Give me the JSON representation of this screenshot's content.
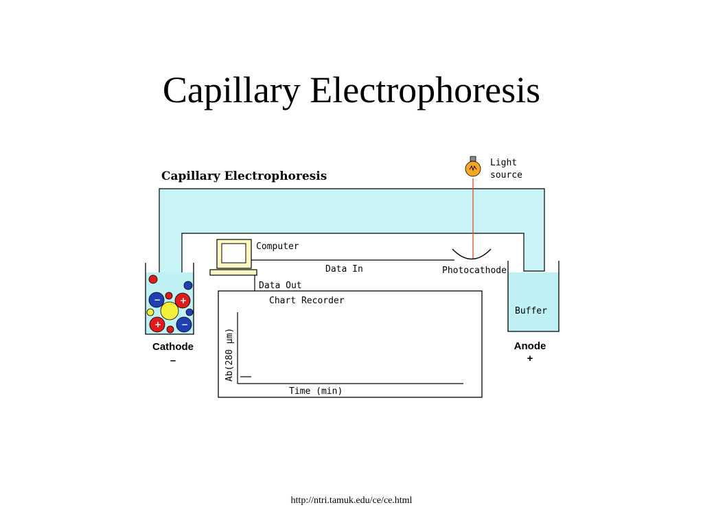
{
  "slide": {
    "title": "Capillary Electrophoresis",
    "footer_url": "http://ntri.tamuk.edu/ce/ce.html"
  },
  "diagram": {
    "title": "Capillary Electrophoresis",
    "light_source": [
      "Light",
      "source"
    ],
    "computer": "Computer",
    "data_in": "Data In",
    "data_out": "Data Out",
    "photocathode": "Photocathode",
    "chart_recorder": "Chart Recorder",
    "y_axis": "Ab(280 µm)",
    "x_axis": "Time (min)",
    "buffer": "Buffer",
    "cathode": "Cathode",
    "cathode_sign": "–",
    "anode": "Anode",
    "anode_sign": "+",
    "colors": {
      "capillary": "#c8f4f8",
      "buffer_liquid": "#bff0f4",
      "computer_screen": "#fff9c4",
      "light_beam": "#e8552a",
      "bulb": "#f5a623",
      "positive_ion": "#e01b1b",
      "negative_ion": "#1f3fb5",
      "neutral": "#f5ee3a"
    }
  }
}
